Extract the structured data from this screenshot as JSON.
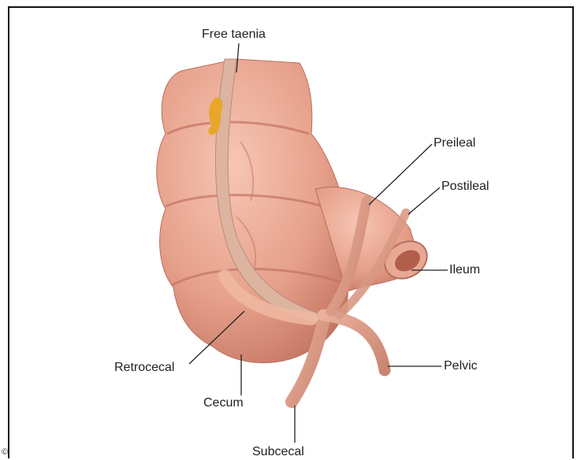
{
  "labels": {
    "free_taenia": "Free taenia",
    "preileal": "Preileal",
    "postileal": "Postileal",
    "ileum": "Ileum",
    "pelvic": "Pelvic",
    "retrocecal": "Retrocecal",
    "cecum": "Cecum",
    "subcecal": "Subcecal"
  },
  "copyright_mark": "©",
  "colors": {
    "tissue": "#e8a48e",
    "tissue_dark": "#c97a66",
    "taenia": "#dcb4a0",
    "fat": "#e8a72a",
    "leader": "#222222"
  }
}
